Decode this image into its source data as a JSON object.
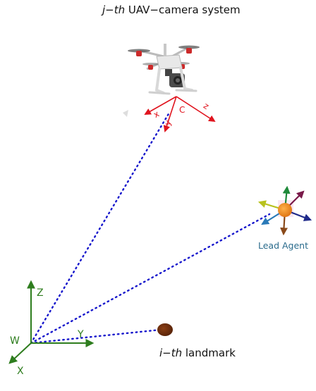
{
  "title": {
    "prefix": "j−th",
    "suffix": " UAV−camera system"
  },
  "camera_frame": {
    "origin_label": "C",
    "x_label": "x",
    "y_label": "y",
    "z_label": "z",
    "color": "#e0141e"
  },
  "world_frame": {
    "origin_label": "W",
    "x_label": "X",
    "y_label": "Y",
    "z_label": "Z",
    "color": "#2e7d1e"
  },
  "lead_agent": {
    "label": "Lead Agent",
    "label_color": "#2a6b8c",
    "body_color": "#f08a1c"
  },
  "landmark": {
    "prefix": "i−th",
    "suffix": " landmark",
    "color": "#6b2d0c"
  },
  "sight_lines": {
    "color": "#1616cc"
  }
}
